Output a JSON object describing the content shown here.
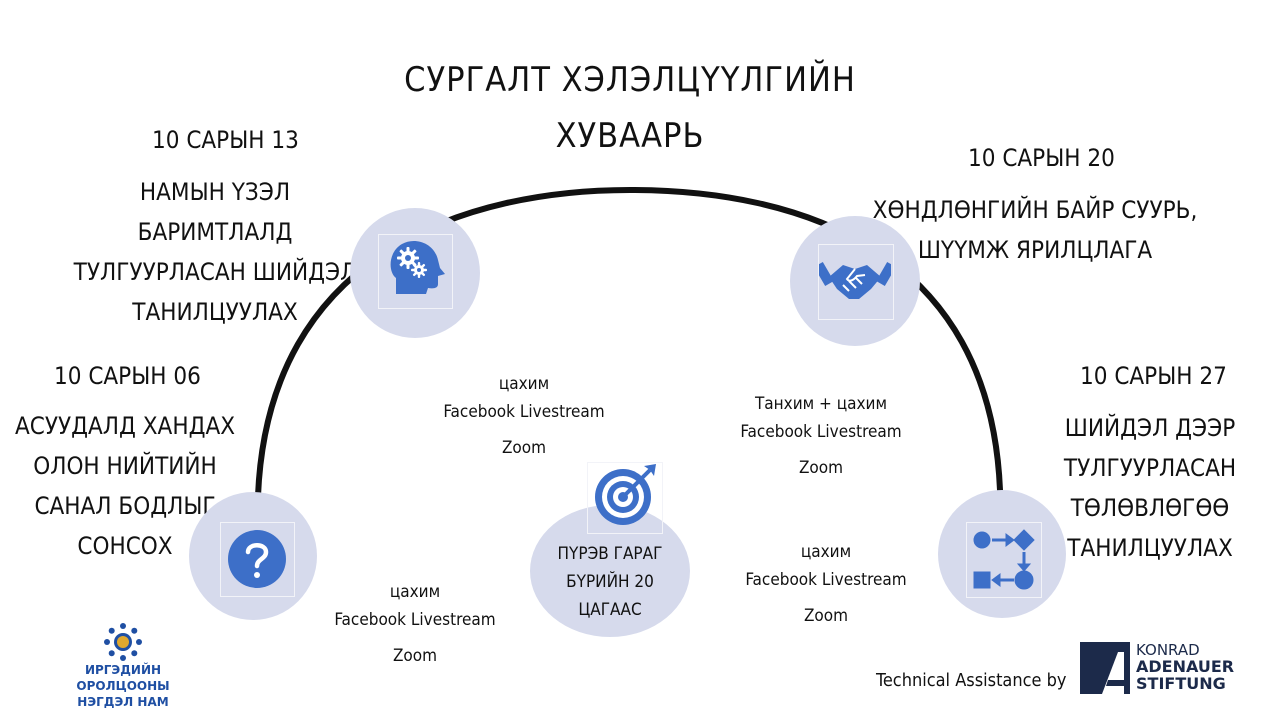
{
  "title": {
    "line1": "СУРГАЛТ ХЭЛЭЛЦҮҮЛГИЙН",
    "line2": "ХУВААРЬ"
  },
  "stages": [
    {
      "date": "10 САРЫН 06",
      "lines": [
        "АСУУДАЛД ХАНДАХ",
        "ОЛОН НИЙТИЙН",
        "САНАЛ БОДЛЫГ",
        "СОНСОХ"
      ],
      "icon": "question-icon"
    },
    {
      "date": "10 САРЫН 13",
      "lines": [
        "НАМЫН ҮЗЭЛ БАРИМТЛАЛД",
        "ТУЛГУУРЛАСАН ШИЙДЭЛ",
        "ТАНИЛЦУУЛАХ"
      ],
      "icon": "head-gears-icon"
    },
    {
      "date": "10 САРЫН 20",
      "lines": [
        "ХӨНДЛӨНГИЙН БАЙР СУУРЬ,",
        "ШҮҮМЖ ЯРИЛЦЛАГА"
      ],
      "icon": "handshake-icon"
    },
    {
      "date": "10 САРЫН 27",
      "lines": [
        "ШИЙДЭЛ ДЭЭР",
        "ТУЛГУУРЛАСАН",
        "ТӨЛӨВЛӨГӨӨ",
        "ТАНИЛЦУУЛАХ"
      ],
      "icon": "process-flow-icon"
    }
  ],
  "modes": [
    {
      "line1": "цахим",
      "line2": "Facebook Livestream",
      "line3": "Zoom"
    },
    {
      "line1": "цахим",
      "line2": "Facebook Livestream",
      "line3": "Zoom"
    },
    {
      "line1": "Танхим + цахим",
      "line2": "Facebook Livestream",
      "line3": "Zoom"
    },
    {
      "line1": "цахим",
      "line2": "Facebook Livestream",
      "line3": "Zoom"
    }
  ],
  "center": {
    "lines": [
      "ПҮРЭВ ГАРАГ",
      "БҮРИЙН 20",
      "ЦАГААС"
    ],
    "icon": "target-icon"
  },
  "footer": {
    "left_logo_line1": "ИРГЭДИЙН ОРОЛЦООНЫ",
    "left_logo_line2": "НЭГДЭЛ НАМ",
    "assistance": "Technical Assistance by",
    "kas_line1": "KONRAD",
    "kas_line2": "ADENAUER",
    "kas_line3": "STIFTUNG"
  },
  "colors": {
    "icon_blue": "#3d6fc8",
    "circle_fill": "#d6daec",
    "arc": "#111111",
    "left_logo_blue": "#1f4fa3",
    "kas_navy": "#1c2a4a"
  }
}
